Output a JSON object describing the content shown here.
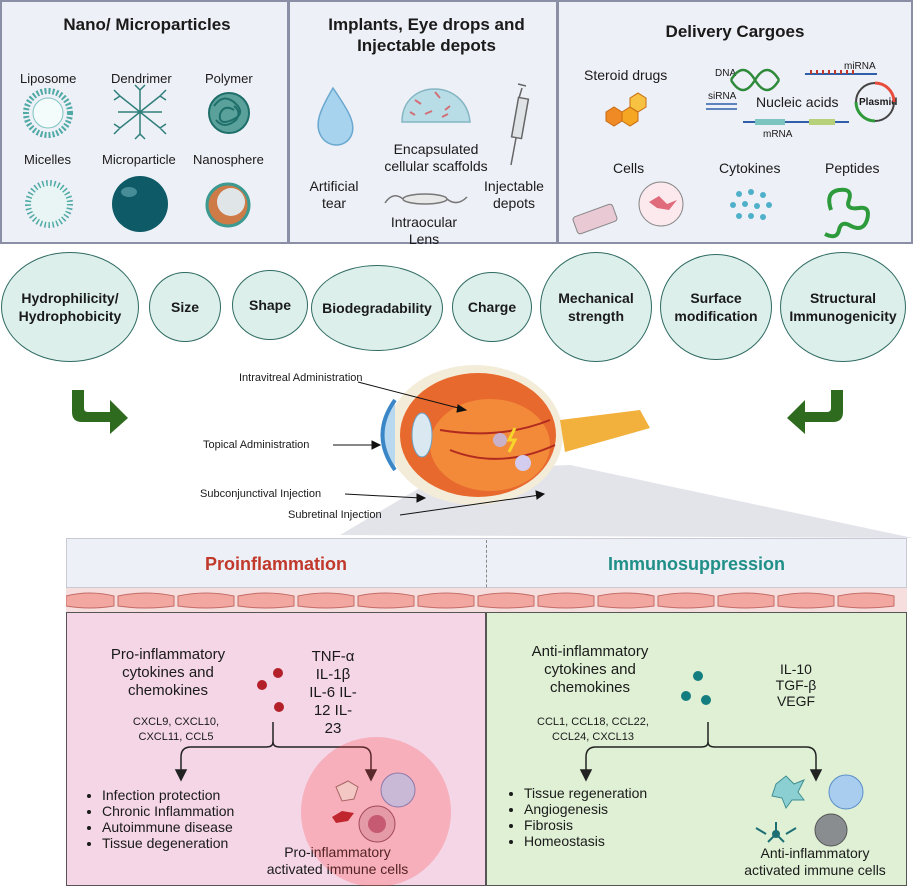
{
  "top_panels": {
    "nano": {
      "title": "Nano/ Microparticles",
      "items": [
        "Liposome",
        "Dendrimer",
        "Polymer",
        "Micelles",
        "Microparticle",
        "Nanosphere"
      ]
    },
    "implants": {
      "title": "Implants, Eye drops and Injectable depots",
      "items": [
        "Encapsulated cellular scaffolds",
        "Artificial tear",
        "Injectable depots",
        "Intraocular Lens"
      ]
    },
    "cargoes": {
      "title": "Delivery Cargoes",
      "steroid": "Steroid drugs",
      "dna": "DNA",
      "mirna": "miRNA",
      "sirna": "siRNA",
      "nucleic": "Nucleic acids",
      "plasmid": "Plasmid",
      "mrna": "mRNA",
      "cells": "Cells",
      "cytokines": "Cytokines",
      "peptides": "Peptides"
    }
  },
  "properties": [
    "Hydrophilicity/ Hydrophobicity",
    "Size",
    "Shape",
    "Biodegradability",
    "Charge",
    "Mechanical strength",
    "Surface modification",
    "Structural Immunogenicity"
  ],
  "administration": [
    "Intravitreal Administration",
    "Topical Administration",
    "Subconjunctival Injection",
    "Subretinal Injection"
  ],
  "pro": {
    "title": "Proinflammation",
    "heading": "Pro-inflammatory cytokines and chemokines",
    "cytokines": "TNF-α IL-1β IL-6 IL-12 IL-23",
    "codes": "CXCL9, CXCL10, CXCL11, CCL5",
    "outcomes": [
      "Infection protection",
      "Chronic Inflammation",
      "Autoimmune disease",
      "Tissue degeneration"
    ],
    "cells_label": "Pro-inflammatory activated immune cells"
  },
  "anti": {
    "title": "Immunosuppression",
    "heading": "Anti-inflammatory cytokines and chemokines",
    "cytokines": "IL-10 TGF-β VEGF",
    "codes": "CCL1, CCL18, CCL22, CCL24, CXCL13",
    "outcomes": [
      "Tissue regeneration",
      "Angiogenesis",
      "Fibrosis",
      "Homeostasis"
    ],
    "cells_label": "Anti-inflammatory activated immune cells"
  },
  "colors": {
    "pro_title": "#c0392b",
    "anti_title": "#1f8f88",
    "oval_fill": "#dcefeb",
    "pro_bg": "#f4d6e6",
    "anti_bg": "#dff0d5",
    "arrow_green": "#2e6b1e"
  }
}
